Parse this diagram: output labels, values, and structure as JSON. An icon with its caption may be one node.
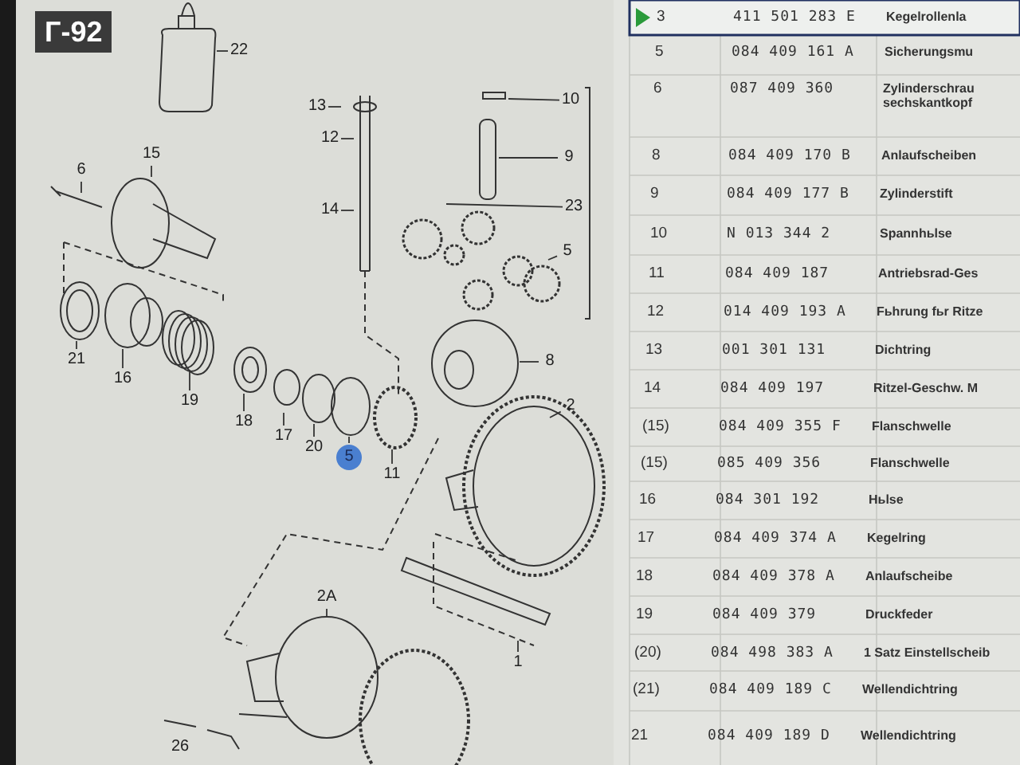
{
  "diagram": {
    "nodes": [
      {
        "text": [
          "22"
        ]
      },
      {
        "text": [
          "13"
        ]
      },
      {
        "text": [
          "12"
        ]
      },
      {
        "text": [
          "10"
        ]
      },
      {
        "text": [
          "9"
        ]
      },
      {
        "text": [
          "15"
        ]
      },
      {
        "text": [
          "6"
        ]
      },
      {
        "text": [
          "14"
        ]
      },
      {
        "text": [
          "23"
        ]
      },
      {
        "text": [
          "5"
        ]
      },
      {
        "text": [
          "8"
        ]
      },
      {
        "text": [
          "21"
        ]
      },
      {
        "text": [
          "16"
        ]
      },
      {
        "text": [
          "19"
        ]
      },
      {
        "text": [
          "18"
        ]
      },
      {
        "text": [
          "17"
        ]
      },
      {
        "text": [
          "20"
        ]
      },
      {
        "text": [
          "5"
        ]
      },
      {
        "text": [
          "11"
        ]
      },
      {
        "text": [
          "2"
        ]
      },
      {
        "text": [
          "2A"
        ]
      },
      {
        "text": [
          "1"
        ]
      },
      {
        "text": [
          "26"
        ]
      }
    ],
    "edges": [
      {
        "from": 0,
        "to": null,
        "arrow": "none"
      },
      {
        "from": 1,
        "to": null,
        "arrow": "none"
      },
      {
        "from": 2,
        "to": null,
        "arrow": "none"
      },
      {
        "from": 3,
        "to": null,
        "arrow": "none"
      },
      {
        "from": 4,
        "to": null,
        "arrow": "none"
      },
      {
        "from": 5,
        "to": null,
        "arrow": "none"
      },
      {
        "from": 6,
        "to": null,
        "arrow": "none"
      },
      {
        "from": 7,
        "to": null,
        "arrow": "none"
      },
      {
        "from": 8,
        "to": null,
        "arrow": "none"
      },
      {
        "from": 9,
        "to": null,
        "arrow": "none"
      },
      {
        "from": 10,
        "to": null,
        "arrow": "none"
      },
      {
        "from": 11,
        "to": null,
        "arrow": "none"
      },
      {
        "from": 12,
        "to": null,
        "arrow": "none"
      },
      {
        "from": 13,
        "to": null,
        "arrow": "none"
      },
      {
        "from": 14,
        "to": null,
        "arrow": "none"
      },
      {
        "from": 15,
        "to": null,
        "arrow": "none"
      },
      {
        "from": 16,
        "to": null,
        "arrow": "none"
      },
      {
        "from": 17,
        "to": null,
        "arrow": "none"
      },
      {
        "from": 18,
        "to": null,
        "arrow": "none"
      },
      {
        "from": 19,
        "to": null,
        "arrow": "none"
      },
      {
        "from": 20,
        "to": null,
        "arrow": "none"
      },
      {
        "from": 21,
        "to": null,
        "arrow": "none"
      },
      {
        "from": 22,
        "to": null,
        "arrow": "none"
      }
    ],
    "labels": [
      "Г-92",
      "3",
      "411 501 283 E",
      "Kegelrollenla",
      "5",
      "084 409 161 A",
      "Sicherungsmu",
      "6",
      "087 409 360",
      "Zylinderschrau sechskantkopf",
      "8",
      "084 409 170 B",
      "Anlaufscheiben",
      "9",
      "084 409 177 B",
      "Zylinderstift",
      "10",
      "N 013 344 2",
      "Spannhьlse",
      "11",
      "084 409 187",
      "Antriebsrad-Ges",
      "12",
      "014 409 193 A",
      "Fьhrung fьr Ritze",
      "13",
      "001 301 131",
      "Dichtring",
      "14",
      "084 409 197",
      "Ritzel-Geschw. M",
      "(15)",
      "084 409 355 F",
      "Flanschwelle",
      "(15)",
      "085 409 356",
      "Flanschwelle",
      "16",
      "084 301 192",
      "Hьlse",
      "17",
      "084 409 374 A",
      "Kegelring",
      "18",
      "084 409 378 A",
      "Anlaufscheibe",
      "19",
      "084 409 379",
      "Druckfeder",
      "(20)",
      "084 498 383 A",
      "1 Satz Einstellscheib",
      "(21)",
      "084 409 189 C",
      "Wellendichtring",
      "21",
      "084 409 189 D",
      "Wellendichtring"
    ]
  }
}
